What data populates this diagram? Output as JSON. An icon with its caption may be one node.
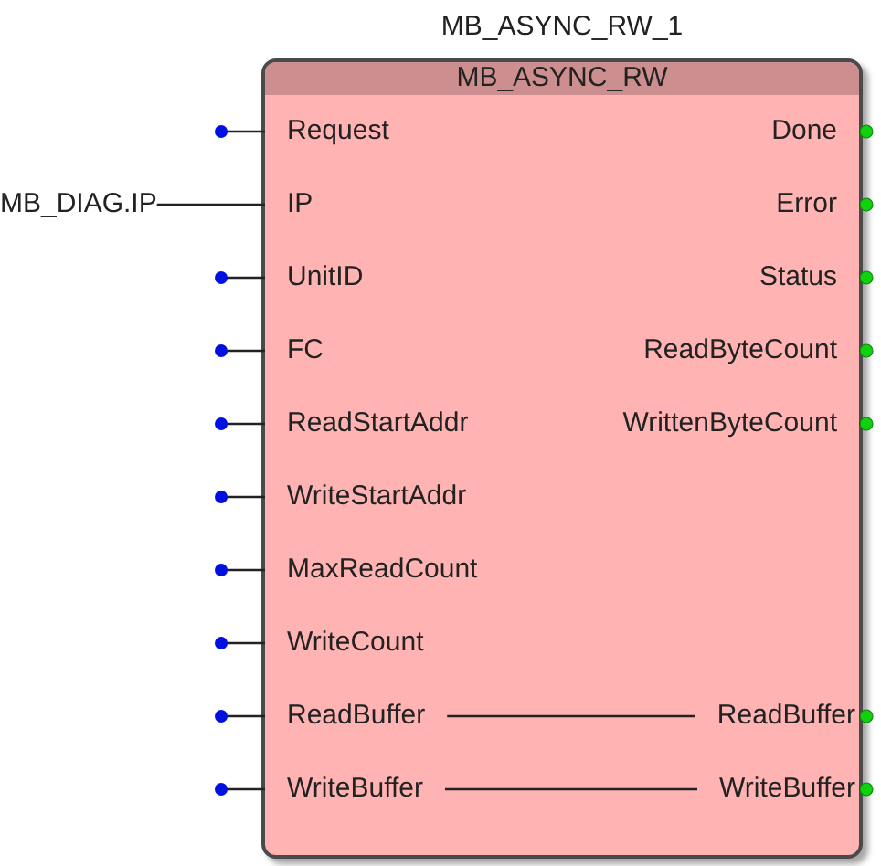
{
  "diagram": {
    "nodes": [
      {
        "text": [
          "MB_ASYNC_RW"
        ],
        "beside": [
          "MB_ASYNC_RW_1"
        ]
      },
      {
        "text": [
          "Request"
        ],
        "in": 0
      },
      {
        "text": [
          "Done"
        ],
        "in": 0
      },
      {
        "text": [
          "IP"
        ],
        "in": 0
      },
      {
        "text": [
          "Error"
        ],
        "in": 0
      },
      {
        "text": [
          "UnitID"
        ],
        "in": 0
      },
      {
        "text": [
          "Status"
        ],
        "in": 0
      },
      {
        "text": [
          "FC"
        ],
        "in": 0
      },
      {
        "text": [
          "ReadByteCount"
        ],
        "in": 0
      },
      {
        "text": [
          "ReadStartAddr"
        ],
        "in": 0
      },
      {
        "text": [
          "WrittenByteCount"
        ],
        "in": 0
      },
      {
        "text": [
          "WriteStartAddr"
        ],
        "in": 0
      },
      {
        "text": [
          "MaxReadCount"
        ],
        "in": 0
      },
      {
        "text": [
          "WriteCount"
        ],
        "in": 0
      },
      {
        "text": [
          "ReadBuffer"
        ],
        "in": 0
      },
      {
        "text": [
          "ReadBuffer"
        ],
        "in": 0
      },
      {
        "text": [
          "WriteBuffer"
        ],
        "in": 0
      },
      {
        "text": [
          "WriteBuffer"
        ],
        "in": 0
      },
      {
        "text": [
          "MB_DIAG.IP"
        ]
      }
    ],
    "edges": [
      {
        "from": null,
        "to": 1,
        "arrow": "other"
      },
      {
        "from": 2,
        "to": null,
        "arrow": "other"
      },
      {
        "from": 18,
        "to": 3,
        "arrow": "none"
      },
      {
        "from": 4,
        "to": null,
        "arrow": "other"
      },
      {
        "from": null,
        "to": 5,
        "arrow": "other"
      },
      {
        "from": 6,
        "to": null,
        "arrow": "other"
      },
      {
        "from": null,
        "to": 7,
        "arrow": "other"
      },
      {
        "from": 8,
        "to": null,
        "arrow": "other"
      },
      {
        "from": null,
        "to": 9,
        "arrow": "other"
      },
      {
        "from": 10,
        "to": null,
        "arrow": "other"
      },
      {
        "from": null,
        "to": 11,
        "arrow": "other"
      },
      {
        "from": null,
        "to": 12,
        "arrow": "other"
      },
      {
        "from": null,
        "to": 13,
        "arrow": "other"
      },
      {
        "from": null,
        "to": 14,
        "arrow": "other"
      },
      {
        "from": 14,
        "to": 15,
        "arrow": "none"
      },
      {
        "from": 15,
        "to": null,
        "arrow": "other"
      },
      {
        "from": null,
        "to": 16,
        "arrow": "other"
      },
      {
        "from": 16,
        "to": 17,
        "arrow": "none"
      },
      {
        "from": 17,
        "to": null,
        "arrow": "other"
      }
    ]
  }
}
